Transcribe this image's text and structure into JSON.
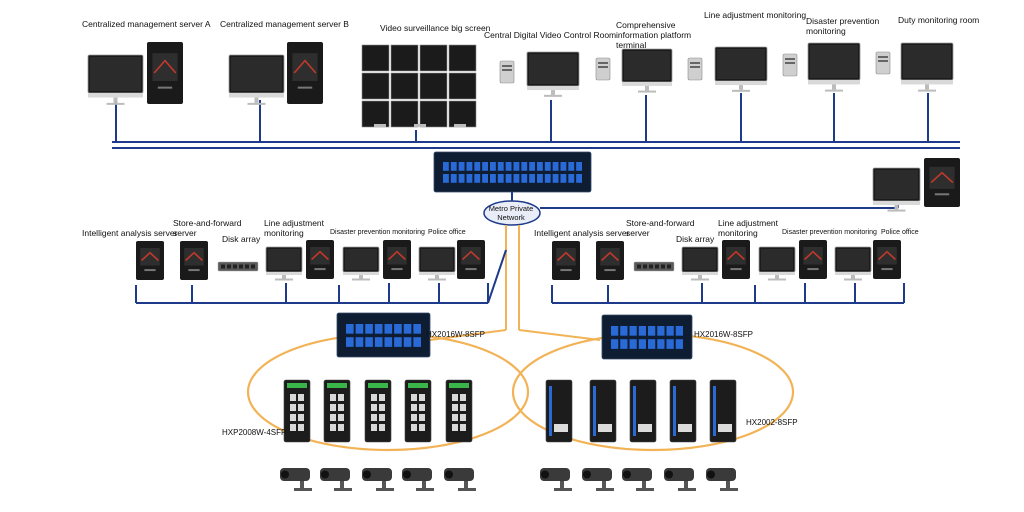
{
  "top_labels": {
    "server_a": "Centralized management server A",
    "server_b": "Centralized management server B",
    "big_screen": "Video surveillance big screen",
    "control_room": "Central Digital Video Control Room",
    "info_terminal": "Comprehensive information platform terminal",
    "line_adj": "Line adjustment monitoring",
    "disaster": "Disaster prevention monitoring",
    "duty": "Duty monitoring room"
  },
  "metro_network": "Metro Private Network",
  "left_branch": {
    "analysis": "Intelligent analysis server",
    "store": "Store-and-forward server",
    "disk": "Disk array",
    "line_adj": "Line adjustment monitoring",
    "disaster": "Disaster prevention monitoring",
    "police": "Police office",
    "switch_main": "HX2016W-8SFP",
    "switch_edge": "HXP2008W-4SFP"
  },
  "right_branch": {
    "analysis": "Intelligent analysis server",
    "store": "Store-and-forward server",
    "disk": "Disk array",
    "line_adj": "Line adjustment monitoring",
    "disaster": "Disaster prevention monitoring",
    "police": "Police office",
    "switch_main": "HX2016W-8SFP",
    "switch_edge": "HX2002-8SFP"
  },
  "colors": {
    "bus": "#1e3a8a",
    "ring": "#f2b356",
    "device": "#1a1a1a",
    "server_accent": "#c0392b",
    "switch_port": "#2a6ad6"
  }
}
